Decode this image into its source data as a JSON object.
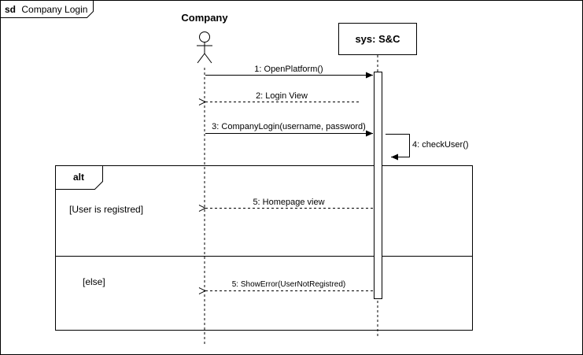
{
  "frame": {
    "keyword": "sd",
    "name": "Company Login"
  },
  "lifelines": {
    "actor": {
      "name": "Company",
      "icon": "actor-stick-figure-icon"
    },
    "system": {
      "name": "sys: S&C"
    }
  },
  "messages": [
    {
      "label": "1: OpenPlatform()",
      "kind": "sync-call"
    },
    {
      "label": "2: Login View",
      "kind": "reply"
    },
    {
      "label": "3: CompanyLogin(username, password)",
      "kind": "sync-call"
    },
    {
      "label": "4: checkUser()",
      "kind": "self-call"
    },
    {
      "label": "5: Homepage view",
      "kind": "reply"
    },
    {
      "label": "5: ShowError(UserNotRegistred)",
      "kind": "reply"
    }
  ],
  "fragment": {
    "operator": "alt",
    "guards": [
      "[User is registred]",
      "[else]"
    ]
  }
}
